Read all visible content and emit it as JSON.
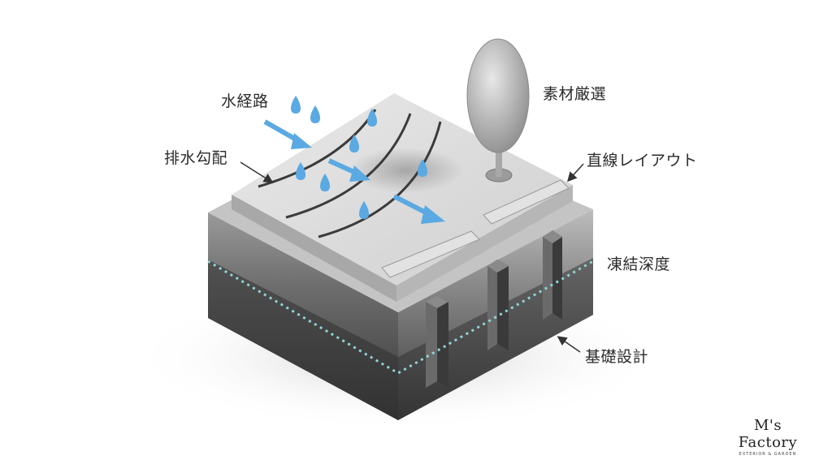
{
  "labels": {
    "water_path": "水経路",
    "drainage_slope": "排水勾配",
    "material_selection": "素材厳選",
    "straight_layout": "直線レイアウト",
    "frost_depth": "凍結深度",
    "foundation_design": "基礎設計"
  },
  "logo": {
    "main": "M's Factory",
    "sub": "EXTERIOR & GARDEN"
  },
  "colors": {
    "water_blue": "#5aa9e2",
    "frost_line": "#8fd3d6",
    "soil_dark": "#3c3c3c",
    "surface_light": "#dcdcdc"
  }
}
